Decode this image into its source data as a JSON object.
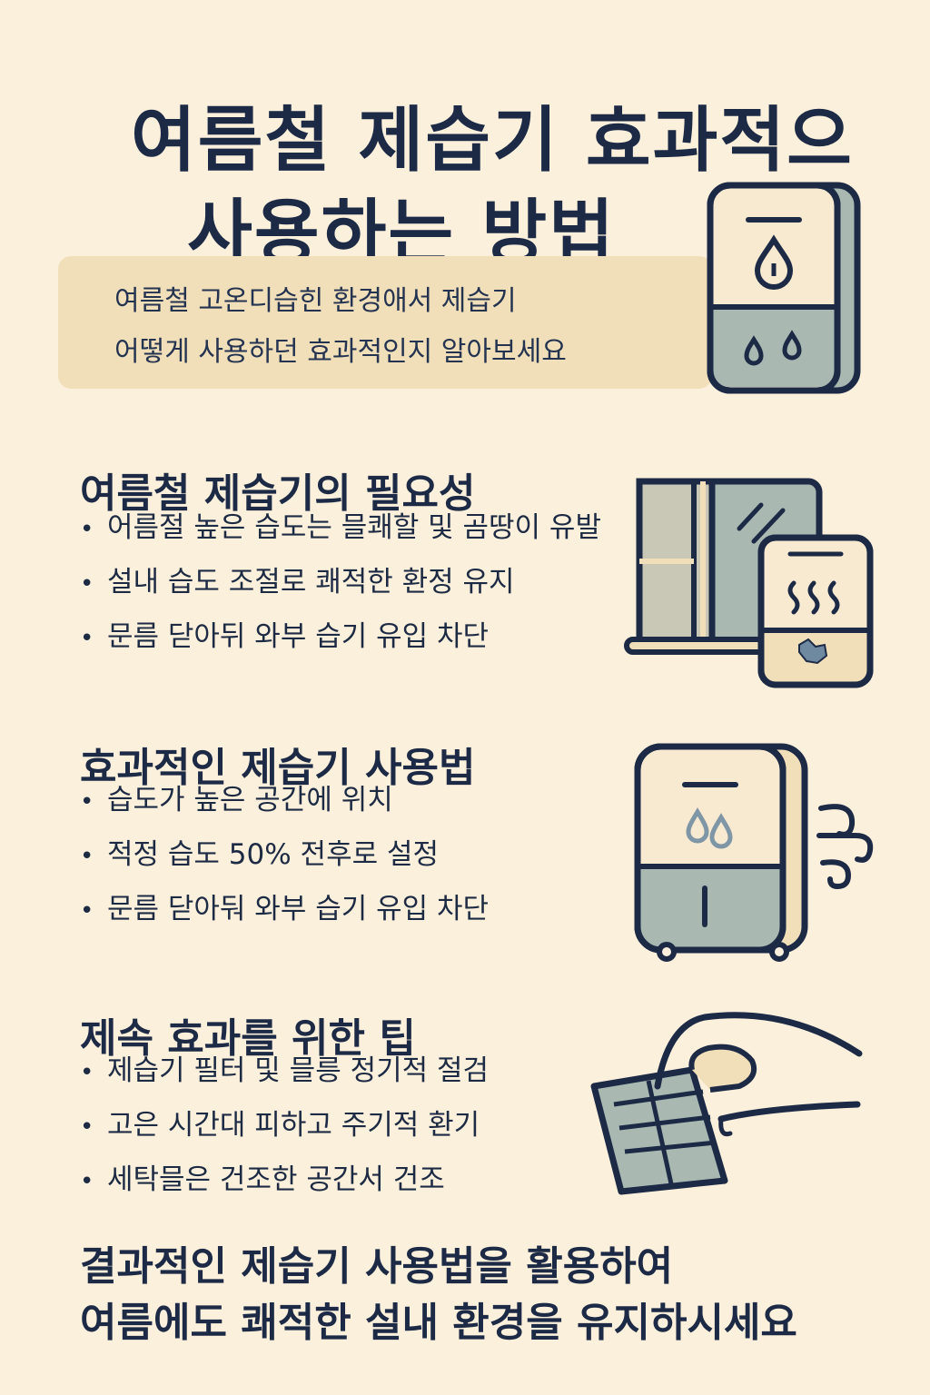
{
  "title": {
    "line1": "여름철 제습기 효과적으",
    "line2": "사용하는 방법"
  },
  "intro": {
    "line1": "여름철 고온디습힌 환경애서 제습기",
    "line2": "어떻게 사용하던 효과적인지 알아보세요"
  },
  "sections": [
    {
      "heading": "여름철 제습기의 필요성",
      "items": [
        "어름절 높은 습도는 믈쾌할 및 곰땅이 유발",
        "설내 습도 조절로 쾌적한 환정 유지",
        "문름 닫아뒤 와부 습기 유입 차단"
      ]
    },
    {
      "heading": "효과적인 제습기 사용법",
      "items": [
        "습도가 높은 공간에 위치",
        "적정 습도 50% 전후로 설정",
        "문름 닫아둬 와부 습기 유입 차단"
      ]
    },
    {
      "heading": "제속 효과를 위한 팁",
      "items": [
        "제습기 필터 및 믈릉 정기적 절검",
        "고은 시간대 피하고 주기적 환기",
        "세탁믈은 건조한 공간서 건조"
      ]
    }
  ],
  "closing": {
    "line1": "결과적인 제습기 사용법을 활용하여",
    "line2": "여름에도 쾌적한 설내 환경을 유지하시세요"
  },
  "icons": [
    "dehumidifier-icon",
    "window-dehumidifier-icon",
    "dehumidifier-airflow-icon",
    "filter-cleaning-hand-icon"
  ],
  "colors": {
    "background": "#fbf0dc",
    "navy": "#1c2a46",
    "gray-green": "#aab8b2",
    "tan": "#f1dfba"
  }
}
